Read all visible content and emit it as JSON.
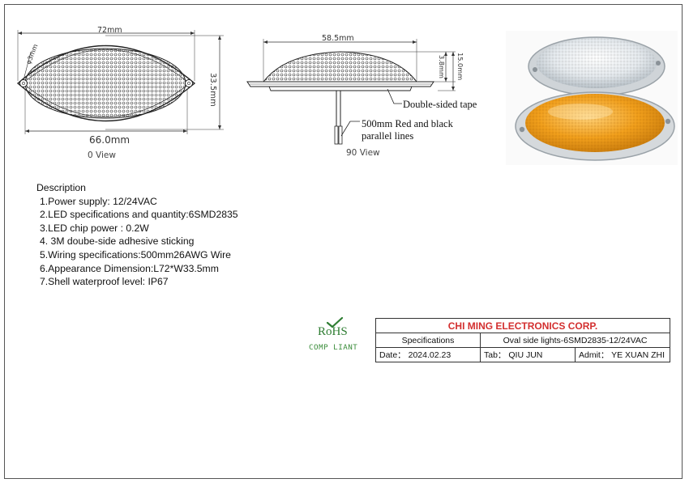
{
  "drawing": {
    "front_view": {
      "dim_length": "72mm",
      "dim_inner_length": "66.0mm",
      "dim_height": "33.5mm",
      "dim_hole": "φ3mm",
      "view_label": "0 View"
    },
    "side_view": {
      "dim_length": "58.5mm",
      "dim_lens_height": "3.8mm",
      "dim_total_height": "15.0mm",
      "note_tape": "Double-sided tape",
      "note_wire_line1": "500mm Red and black",
      "note_wire_line2": "parallel lines",
      "view_label": "90 View"
    }
  },
  "description": {
    "title": "Description",
    "items": [
      "1.Power supply: 12/24VAC",
      "2.LED specifications and quantity:6SMD2835",
      "3.LED chip power : 0.2W",
      "4. 3M doube-side adhesive sticking",
      "5.Wiring specifications:500mm26AWG Wire",
      "6.Appearance Dimension:L72*W33.5mm",
      "7.Shell waterproof level: IP67"
    ]
  },
  "rohs": {
    "mark": "RoHS",
    "caption": "COMP LIANT"
  },
  "title_block": {
    "company": "CHI MING ELECTRONICS CORP.",
    "spec_label": "Specifications",
    "spec_value": "Oval side lights-6SMD2835-12/24VAC",
    "date_label": "Date：",
    "date_value": "2024.02.23",
    "tab_label": "Tab：",
    "tab_value": "QIU JUN",
    "admit_label": "Admit：",
    "admit_value": "YE XUAN ZHI"
  },
  "colors": {
    "company_red": "#d32f2f",
    "rohs_green": "#2e7d32",
    "amber_lens": "#f2a01c",
    "clear_lens": "#e9eef2"
  },
  "icons": [
    "rohs-check-icon"
  ]
}
